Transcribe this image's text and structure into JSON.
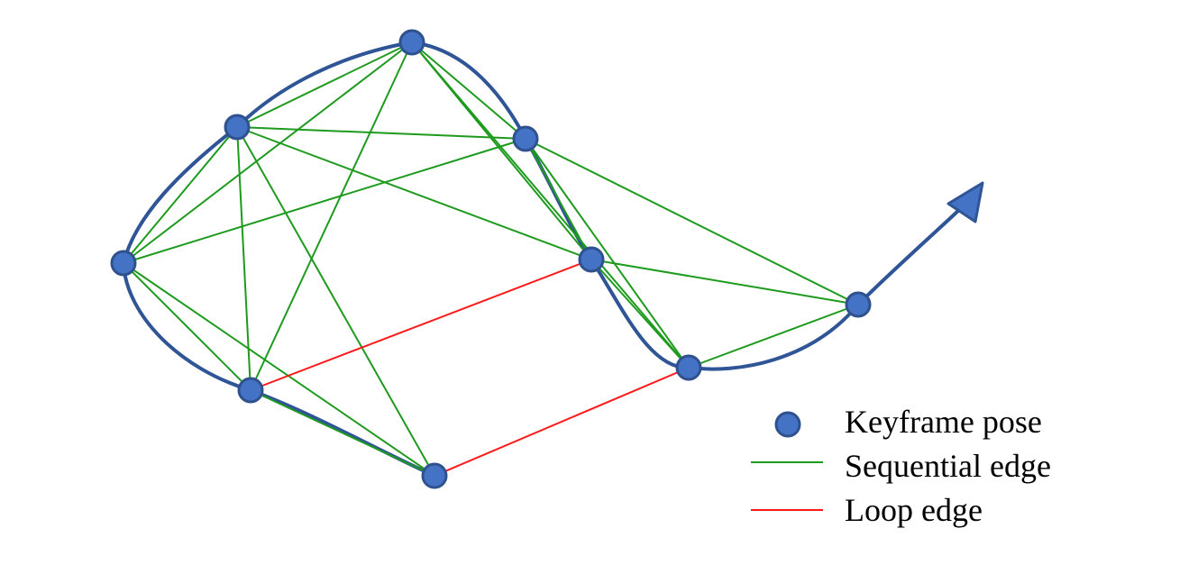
{
  "diagram": {
    "legend": {
      "keyframe_label": "Keyframe pose",
      "sequential_label": "Sequential edge",
      "loop_label": "Loop edge"
    },
    "colors": {
      "node_fill": "#4472C4",
      "node_stroke": "#2F528F",
      "trajectory": "#2F5597",
      "sequential_edge": "#1E9B1E",
      "loop_edge": "#FF1A1A",
      "text": "#000000"
    }
  }
}
